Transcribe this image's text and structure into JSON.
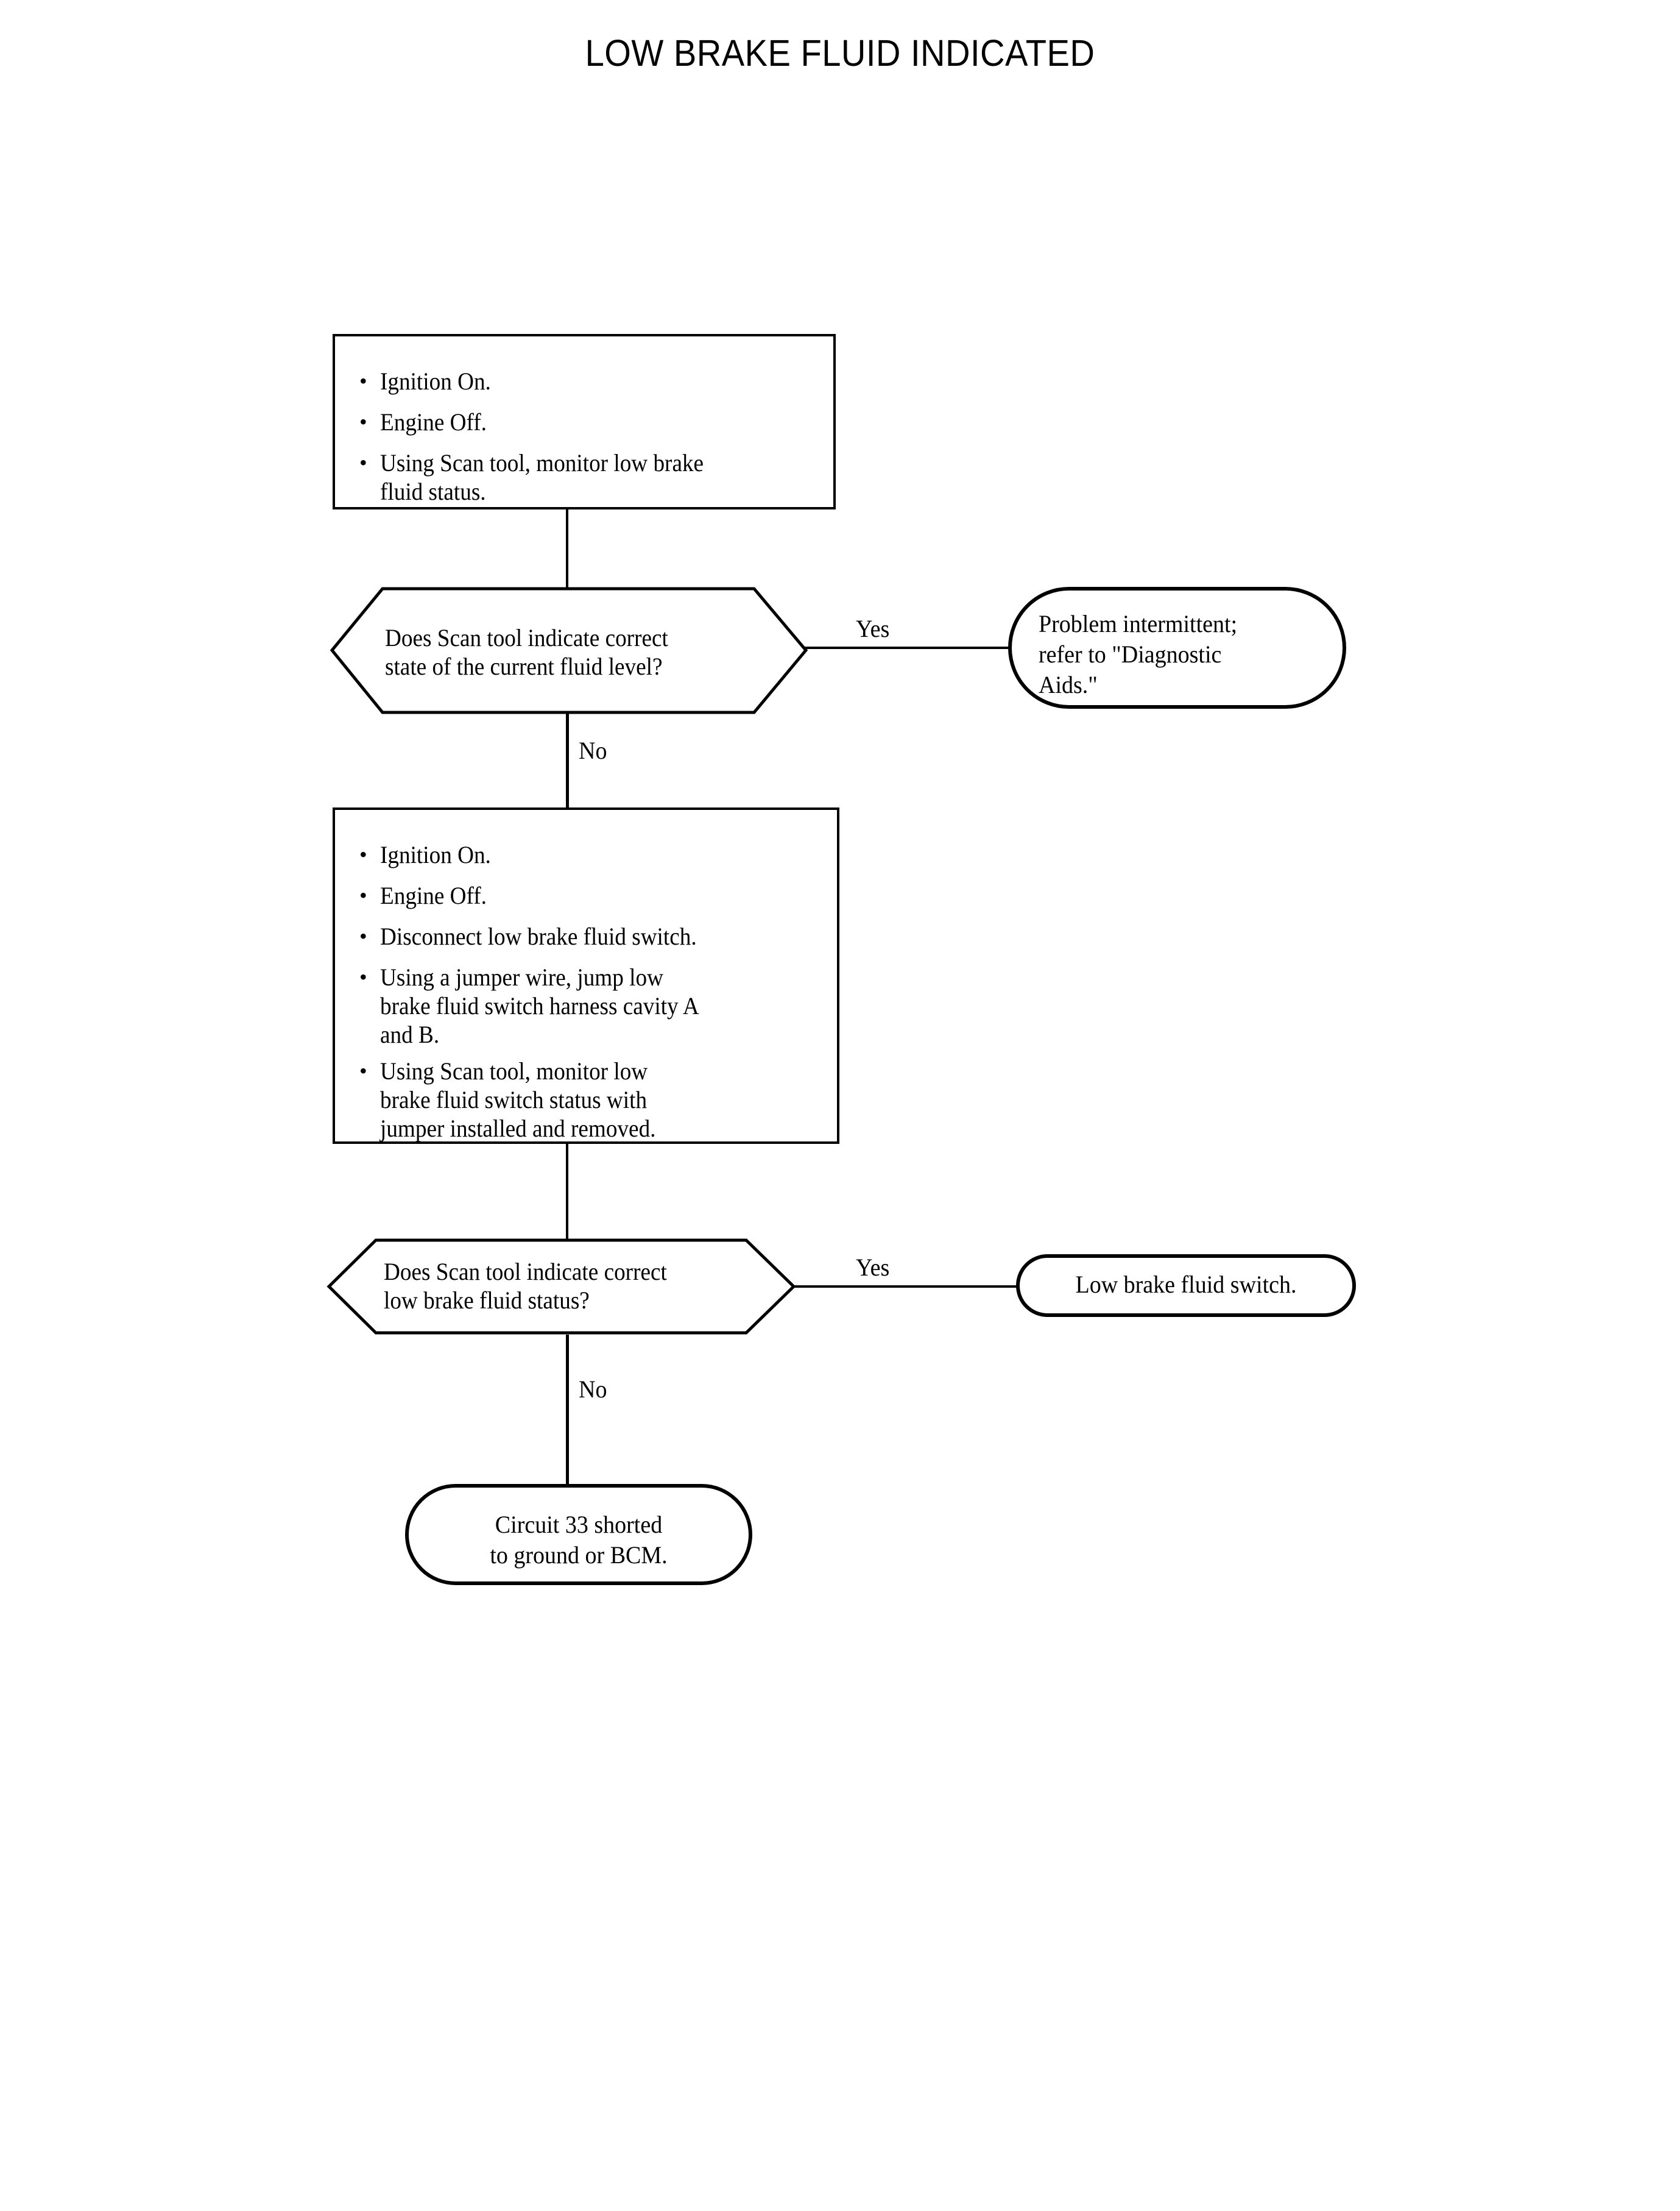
{
  "title": "LOW BRAKE FLUID INDICATED",
  "flow": {
    "nodes": [
      {
        "id": "step1",
        "type": "process",
        "bullets": [
          "Ignition On.",
          "Engine Off.",
          "Using Scan tool, monitor low brake\nfluid status."
        ]
      },
      {
        "id": "decision1",
        "type": "decision",
        "text": "Does Scan tool indicate correct\nstate of the current fluid level?"
      },
      {
        "id": "result1",
        "type": "terminal",
        "text": "Problem intermittent;\nrefer to \"Diagnostic\nAids.\""
      },
      {
        "id": "step2",
        "type": "process",
        "bullets": [
          "Ignition On.",
          "Engine Off.",
          "Disconnect low brake fluid switch.",
          "Using a jumper wire, jump low\nbrake fluid switch harness cavity A\nand B.",
          "Using Scan tool, monitor low\nbrake fluid switch status with\njumper installed and removed."
        ]
      },
      {
        "id": "decision2",
        "type": "decision",
        "text": "Does Scan tool indicate correct\nlow brake fluid status?"
      },
      {
        "id": "result2",
        "type": "terminal",
        "text": "Low brake fluid switch."
      },
      {
        "id": "result3",
        "type": "terminal",
        "text": "Circuit 33 shorted\nto ground or BCM."
      }
    ],
    "branch_labels": {
      "decision1_yes": "Yes",
      "decision1_no": "No",
      "decision2_yes": "Yes",
      "decision2_no": "No"
    },
    "bullet_glyph": "•"
  },
  "colors": {
    "stroke": "#000000",
    "background": "#ffffff",
    "text": "#000000"
  }
}
